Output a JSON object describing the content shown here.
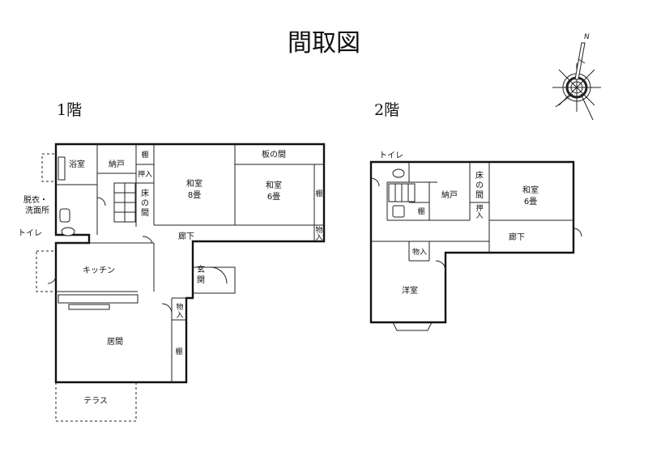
{
  "title": "間取図",
  "compass": {
    "north": "N"
  },
  "floor1": {
    "label": "1階",
    "rooms": {
      "bath": "浴室",
      "storage": "納戸",
      "shelf_top": "棚",
      "oshiire": "押入",
      "toko_line1": "床",
      "toko_line2": "の",
      "toko_line3": "間",
      "washitsu8_name": "和室",
      "washitsu8_size": "8畳",
      "itanoma": "板の間",
      "washitsu6_name": "和室",
      "washitsu6_size": "6畳",
      "shelf_right": "棚",
      "datsui_line1": "脱衣・",
      "datsui_line2": "洗面所",
      "toilet": "トイレ",
      "hall": "廊下",
      "closet_right_line1": "物",
      "closet_right_line2": "入",
      "kitchen": "キッチン",
      "entrance_line1": "玄",
      "entrance_line2": "関",
      "closet_mid_line1": "物",
      "closet_mid_line2": "入",
      "living": "居間",
      "shelf_living": "棚",
      "terrace": "テラス"
    }
  },
  "floor2": {
    "label": "2階",
    "rooms": {
      "toilet": "トイレ",
      "storage": "納戸",
      "toko_line1": "床",
      "toko_line2": "の",
      "toko_line3": "間",
      "oshiire_line1": "押",
      "oshiire_line2": "入",
      "washitsu_name": "和室",
      "washitsu_size": "6畳",
      "shelf": "棚",
      "hall": "廊下",
      "closet": "物入",
      "western": "洋室"
    }
  }
}
